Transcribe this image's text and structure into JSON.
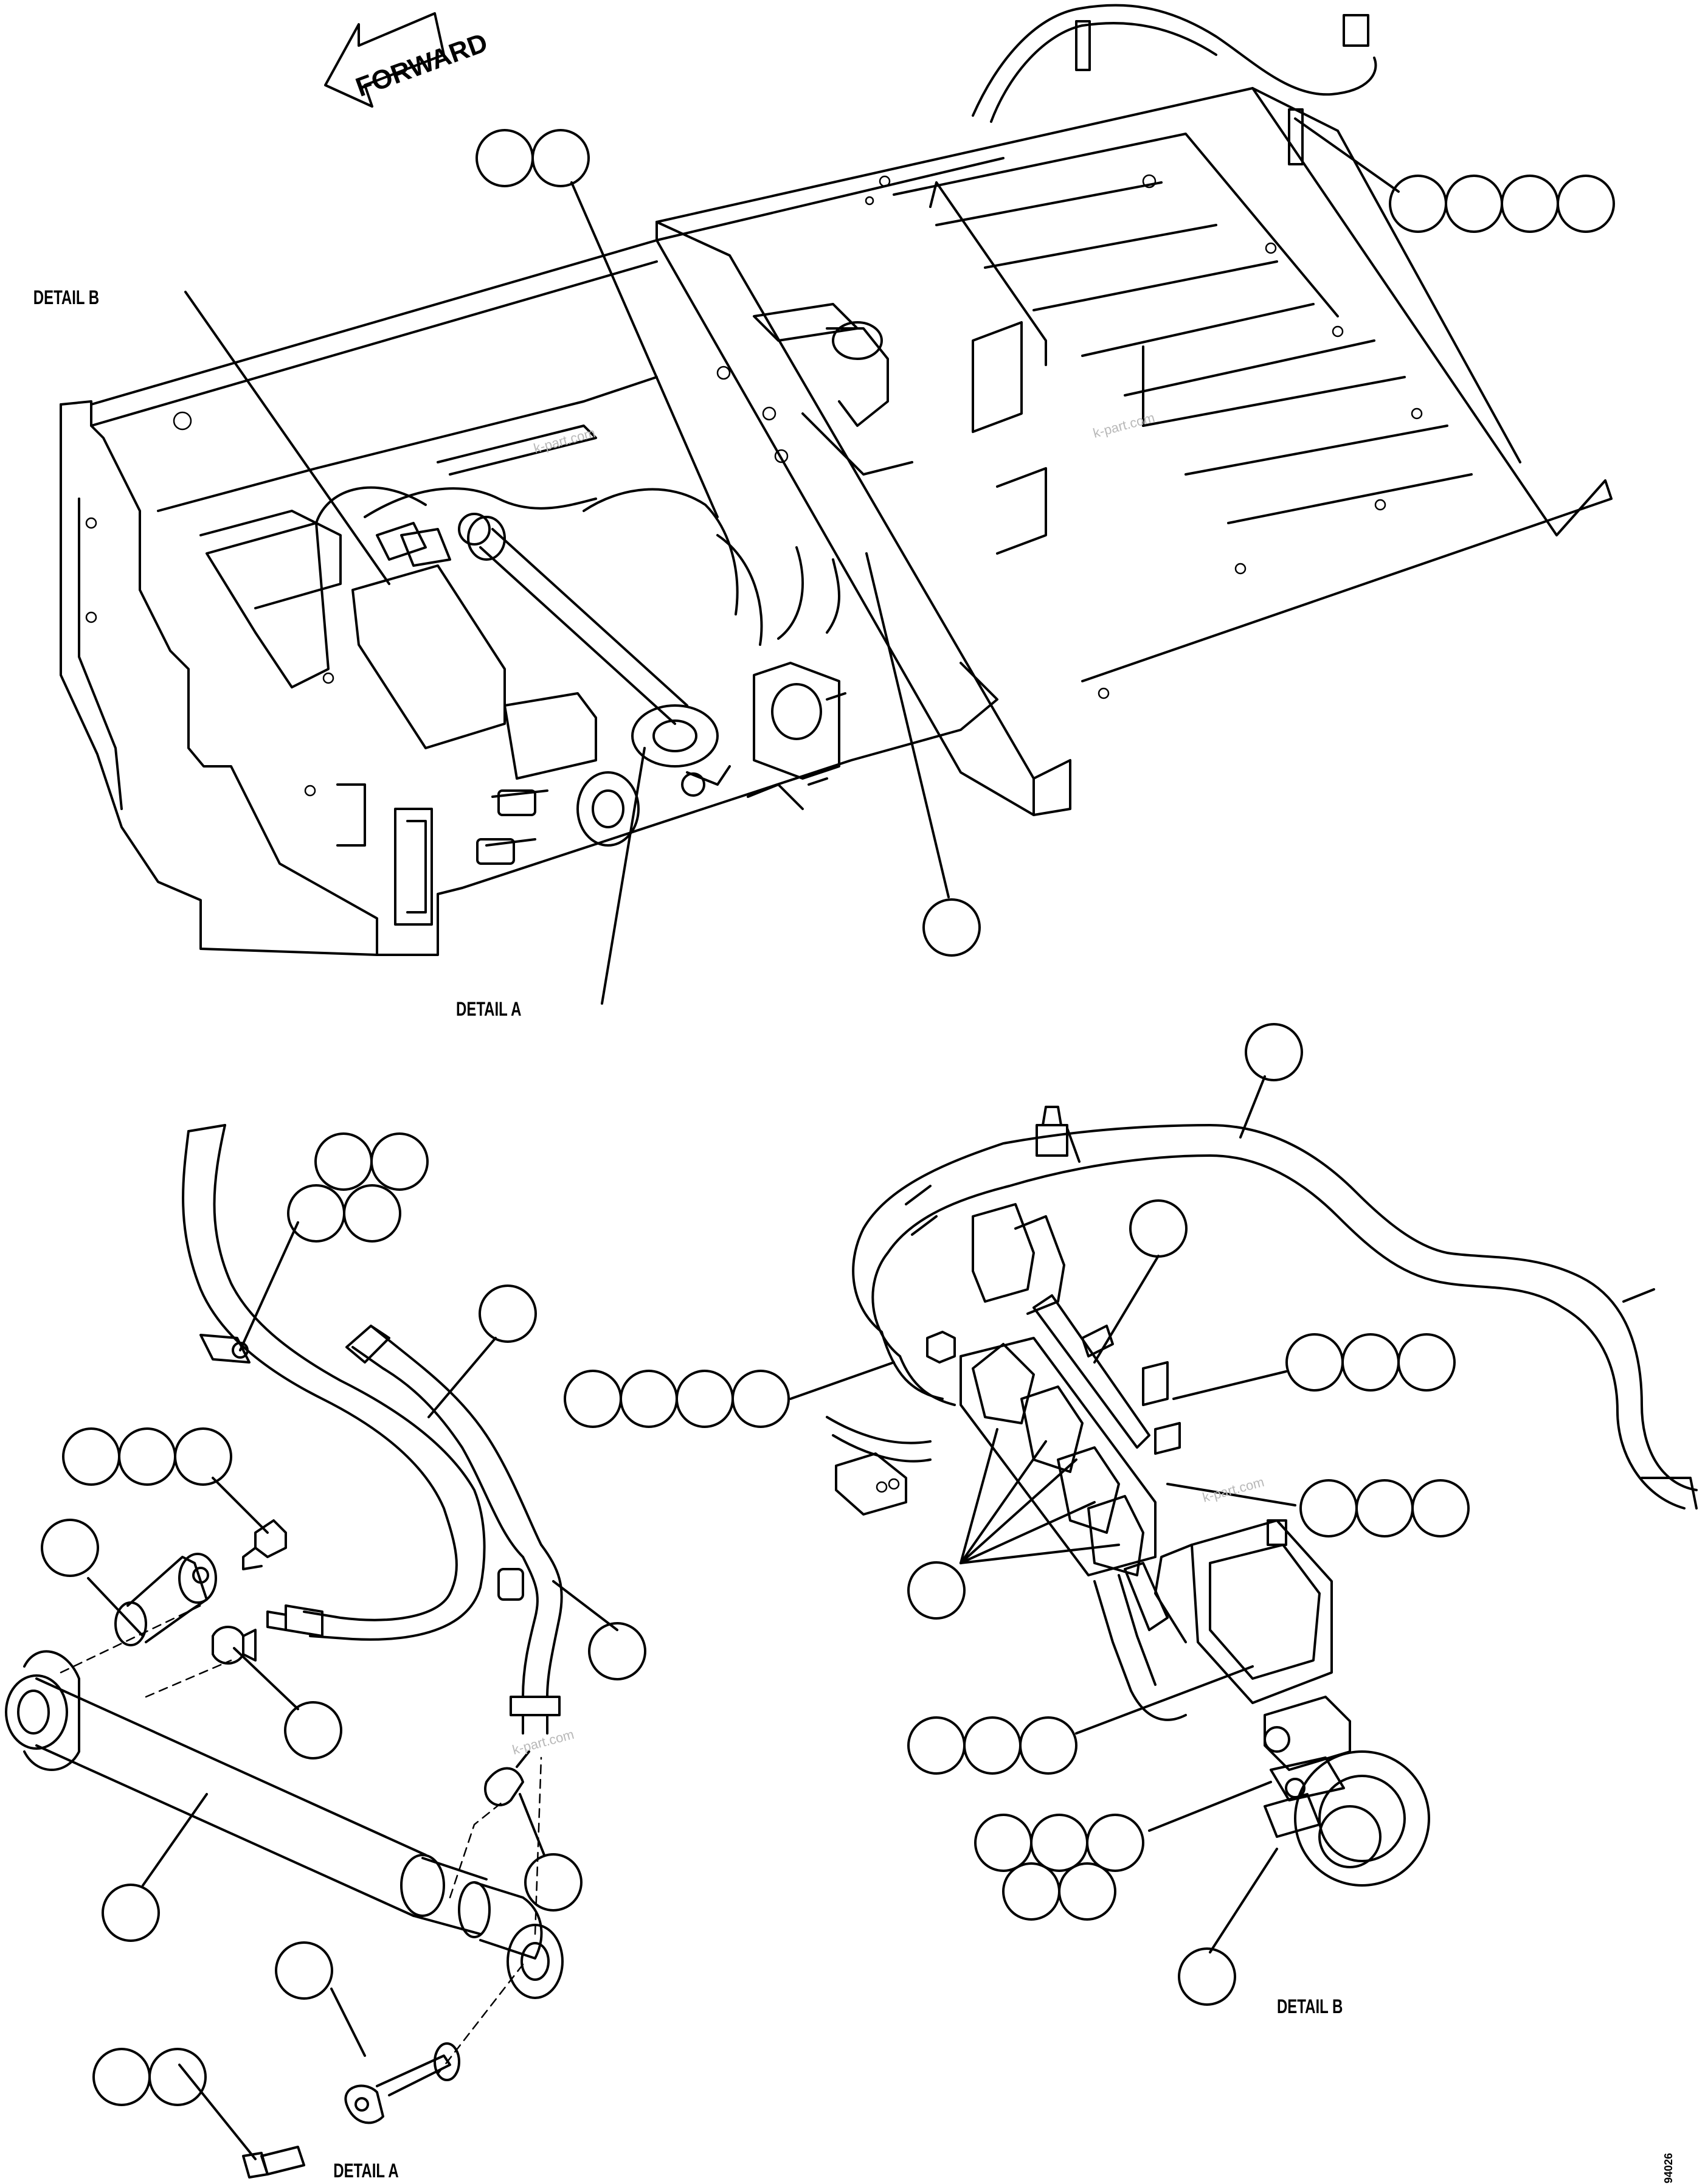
{
  "labels": {
    "forward": "FORWARD",
    "detail_b_top": "DETAIL B",
    "detail_a_top": "DETAIL A",
    "detail_a_bottom": "DETAIL A",
    "detail_b_bottom": "DETAIL B",
    "figure_number": "94026"
  },
  "watermarks": [
    "k-part.com",
    "k-part.com",
    "k-part.com",
    "k-part.com"
  ],
  "callout_groups": [
    {
      "id": "top-center-pair",
      "count": 2
    },
    {
      "id": "top-right-quad",
      "count": 4
    },
    {
      "id": "center-single",
      "count": 1
    },
    {
      "id": "detail-a-clamp",
      "count": 4
    },
    {
      "id": "detail-a-hose",
      "count": 1
    },
    {
      "id": "detail-a-bolt-triple",
      "count": 3
    },
    {
      "id": "detail-a-pin",
      "count": 1
    },
    {
      "id": "detail-a-fitting-lower",
      "count": 1
    },
    {
      "id": "detail-a-fitting-mid",
      "count": 1
    },
    {
      "id": "detail-a-elbow",
      "count": 1
    },
    {
      "id": "detail-a-cylinder",
      "count": 1
    },
    {
      "id": "detail-a-pin-lower",
      "count": 1
    },
    {
      "id": "detail-a-bolt-pair",
      "count": 2
    },
    {
      "id": "detail-b-harness",
      "count": 1
    },
    {
      "id": "detail-b-manifold",
      "count": 1
    },
    {
      "id": "detail-b-left-quad",
      "count": 4
    },
    {
      "id": "detail-b-right-triple-top",
      "count": 3
    },
    {
      "id": "detail-b-right-triple-mid",
      "count": 3
    },
    {
      "id": "detail-b-solenoids",
      "count": 1
    },
    {
      "id": "detail-b-valve-triple",
      "count": 3
    },
    {
      "id": "detail-b-fitting-group",
      "count": 5
    },
    {
      "id": "detail-b-loop-hose",
      "count": 1
    }
  ]
}
